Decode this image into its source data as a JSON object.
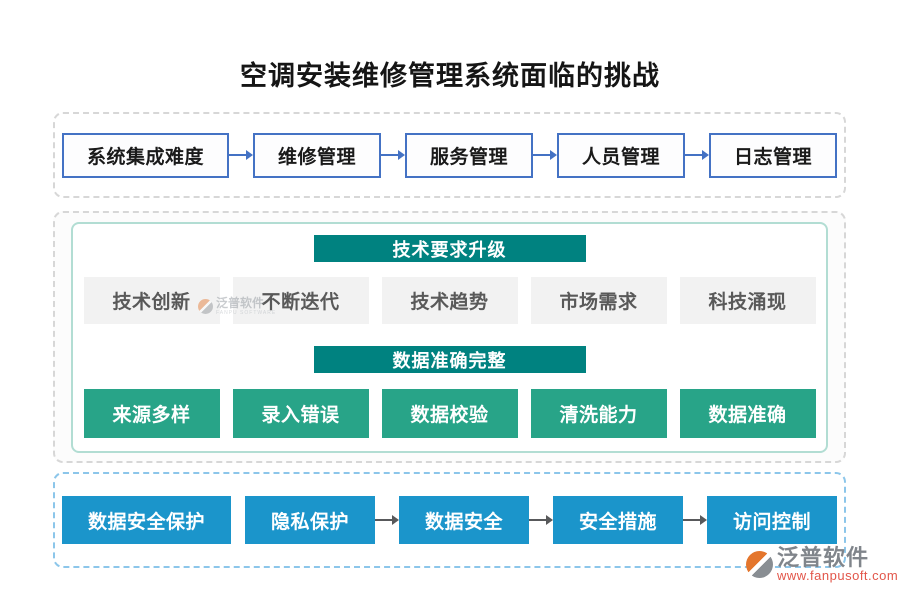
{
  "title": "空调安装维修管理系统面临的挑战",
  "challenge_flow": {
    "items": [
      "系统集成难度",
      "维修管理",
      "服务管理",
      "人员管理",
      "日志管理"
    ]
  },
  "middle": {
    "tech": {
      "header": "技术要求升级",
      "items": [
        "技术创新",
        "不断迭代",
        "技术趋势",
        "市场需求",
        "科技涌现"
      ]
    },
    "data": {
      "header": "数据准确完整",
      "items": [
        "来源多样",
        "录入错误",
        "数据校验",
        "清洗能力",
        "数据准确"
      ]
    }
  },
  "security_flow": {
    "items": [
      "数据安全保护",
      "隐私保护",
      "数据安全",
      "安全措施",
      "访问控制"
    ]
  },
  "watermark": {
    "brand": "泛普软件",
    "brand_en": "FANPU SOFTWARE",
    "url": "www.fanpusoft.com"
  },
  "colors": {
    "flow_box_border_blue": "#4472C4",
    "teal_header": "#008280",
    "teal_chip": "#28A488",
    "gray_chip_bg": "#F2F2F2",
    "gray_chip_text": "#595959",
    "blue_box": "#1B95CB",
    "arrow_blue": "#4472C4",
    "arrow_gray": "#58595B",
    "container_dash_gray": "#D7D7D7",
    "container_dash_blue": "#8CC6EA",
    "inner_border_teal": "#B2DDD3",
    "watermark_url_red": "#E2564A",
    "watermark_logo_orange": "#E4762D"
  }
}
